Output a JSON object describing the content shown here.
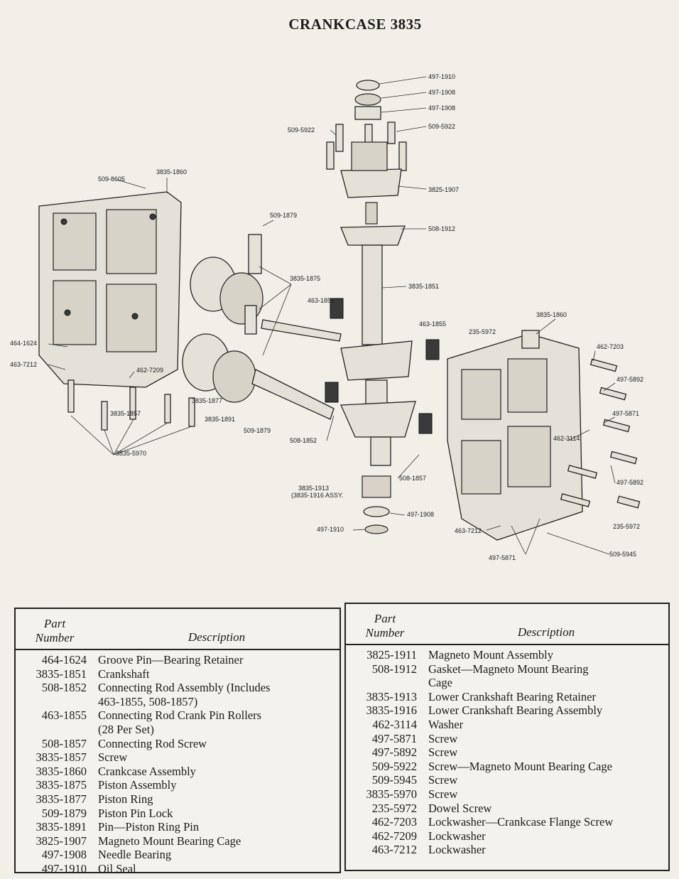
{
  "page_title": "CRANKCASE 3835",
  "diagram_labels": {
    "l_497_1910_top": "497-1910",
    "l_497_1908_a": "497-1908",
    "l_497_1908_b": "497-1908",
    "l_509_5922_left": "509-5922",
    "l_509_5922_right": "509-5922",
    "l_509_8605": "509-8605",
    "l_3835_1860_left": "3835-1860",
    "l_3825_1907": "3825-1907",
    "l_509_1879_top": "509-1879",
    "l_508_1912": "508-1912",
    "l_3835_1875": "3835-1875",
    "l_3835_1851": "3835-1851",
    "l_463_1855_left": "463-1855",
    "l_463_1855_right": "463-1855",
    "l_235_5972_top": "235-5972",
    "l_3835_1860_right": "3835-1860",
    "l_464_1624": "464-1624",
    "l_462_7203": "462-7203",
    "l_463_7212_left": "463-7212",
    "l_462_7209": "462-7209",
    "l_497_5892_top": "497-5892",
    "l_3835_1877": "3835-1877",
    "l_497_5871_right": "497-5871",
    "l_3835_1857": "3835-1857",
    "l_3835_1891": "3835-1891",
    "l_509_1879_bottom": "509-1879",
    "l_462_3114": "462-3114",
    "l_508_1852": "508-1852",
    "l_3835_5970": "3835-5970",
    "l_508_1857": "508-1857",
    "l_497_5892_bottom": "497-5892",
    "l_3835_1913": "3835-1913",
    "l_3835_1916_assy": "(3835-1916 ASSY.",
    "l_497_1908_bottom": "497-1908",
    "l_235_5972_bottom": "235-5972",
    "l_497_1910_bottom": "497-1910",
    "l_463_7212_right": "463-7212",
    "l_509_5945": "509-5945",
    "l_497_5871_bottom": "497-5871"
  },
  "table_left": {
    "header_part": "Part",
    "header_number": "Number",
    "header_description": "Description",
    "rows": [
      {
        "part": "464-1624",
        "desc": "Groove Pin—Bearing Retainer"
      },
      {
        "part": "3835-1851",
        "desc": "Crankshaft"
      },
      {
        "part": "508-1852",
        "desc": "Connecting Rod Assembly (Includes\n   463-1855, 508-1857)"
      },
      {
        "part": "463-1855",
        "desc": "Connecting Rod Crank Pin Rollers\n   (28 Per Set)"
      },
      {
        "part": "508-1857",
        "desc": "Connecting Rod Screw"
      },
      {
        "part": "3835-1857",
        "desc": "Screw"
      },
      {
        "part": "3835-1860",
        "desc": "Crankcase Assembly"
      },
      {
        "part": "3835-1875",
        "desc": "Piston Assembly"
      },
      {
        "part": "3835-1877",
        "desc": "Piston Ring"
      },
      {
        "part": "509-1879",
        "desc": "Piston Pin Lock"
      },
      {
        "part": "3835-1891",
        "desc": "Pin—Piston Ring Pin"
      },
      {
        "part": "3825-1907",
        "desc": "Magneto Mount Bearing Cage"
      },
      {
        "part": "497-1908",
        "desc": "Needle Bearing"
      },
      {
        "part": "497-1910",
        "desc": "Oil Seal"
      }
    ]
  },
  "table_right": {
    "header_part": "Part",
    "header_number": "Number",
    "header_description": "Description",
    "rows": [
      {
        "part": "3825-1911",
        "desc": "Magneto Mount Assembly"
      },
      {
        "part": "508-1912",
        "desc": "Gasket—Magneto Mount Bearing\n   Cage"
      },
      {
        "part": "3835-1913",
        "desc": "Lower Crankshaft Bearing Retainer"
      },
      {
        "part": "3835-1916",
        "desc": "Lower Crankshaft Bearing Assembly"
      },
      {
        "part": "462-3114",
        "desc": "Washer"
      },
      {
        "part": "497-5871",
        "desc": "Screw"
      },
      {
        "part": "497-5892",
        "desc": "Screw"
      },
      {
        "part": "509-5922",
        "desc": "Screw—Magneto Mount Bearing Cage"
      },
      {
        "part": "509-5945",
        "desc": "Screw"
      },
      {
        "part": "3835-5970",
        "desc": "Screw"
      },
      {
        "part": "235-5972",
        "desc": "Dowel Screw"
      },
      {
        "part": "462-7203",
        "desc": "Lockwasher—Crankcase Flange Screw"
      },
      {
        "part": "462-7209",
        "desc": "Lockwasher"
      },
      {
        "part": "463-7212",
        "desc": "Lockwasher"
      }
    ]
  }
}
